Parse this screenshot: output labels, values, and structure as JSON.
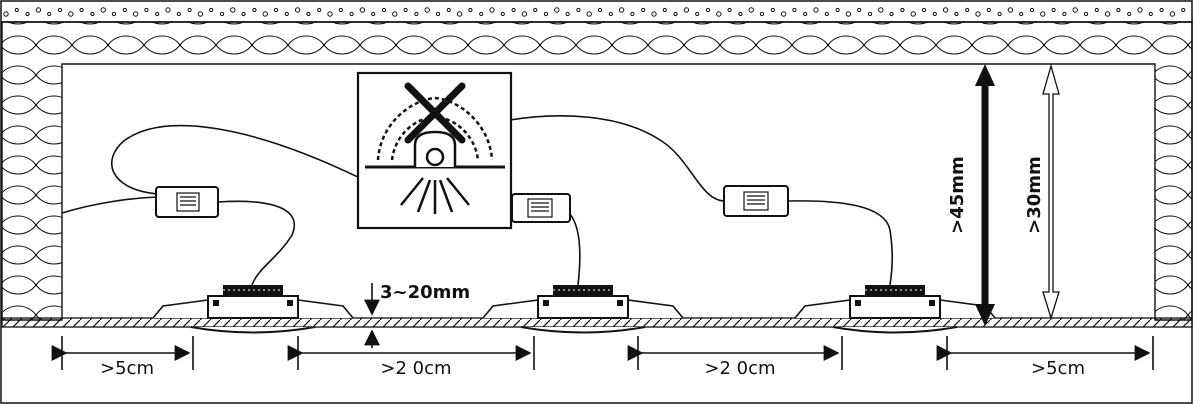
{
  "labels": {
    "gap_left": ">5cm",
    "gap_middle_left": ">2 0cm",
    "gap_middle_right": ">2 0cm",
    "gap_right": ">5cm",
    "ceiling_thickness": "3~20mm",
    "depth_required": ">45mm",
    "depth_minimum": ">30mm"
  },
  "warning_sign": {
    "icon": "no-insulation-cover-icon"
  },
  "colors": {
    "line": "#111111",
    "background": "#ffffff"
  }
}
